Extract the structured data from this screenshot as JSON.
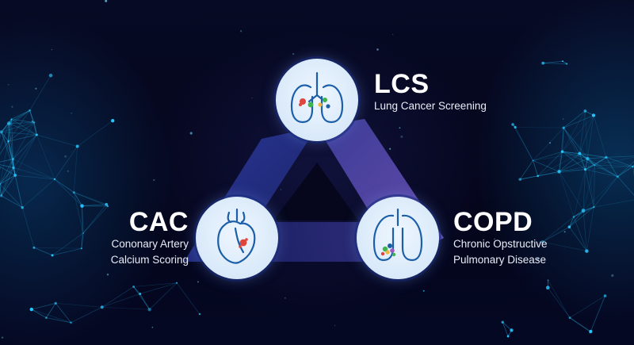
{
  "nodes": {
    "lcs": {
      "abbr": "LCS",
      "desc_lines": [
        "Lung Cancer Screening"
      ],
      "icon": "lungs-icon"
    },
    "cac": {
      "abbr": "CAC",
      "desc_lines": [
        "Cononary Artery",
        "Calcium Scoring"
      ],
      "icon": "heart-icon"
    },
    "copd": {
      "abbr": "COPD",
      "desc_lines": [
        "Chronic Opstructive",
        "Pulmonary Disease"
      ],
      "icon": "lungs-copd-icon"
    }
  },
  "colors": {
    "background": "#05061a",
    "triangle_left": "#2f3aa8",
    "triangle_right": "#6a4bb0",
    "circle_fill": "#e2eefb",
    "icon_stroke": "#1c5fa8",
    "network_cyan": "#28c8ff"
  }
}
